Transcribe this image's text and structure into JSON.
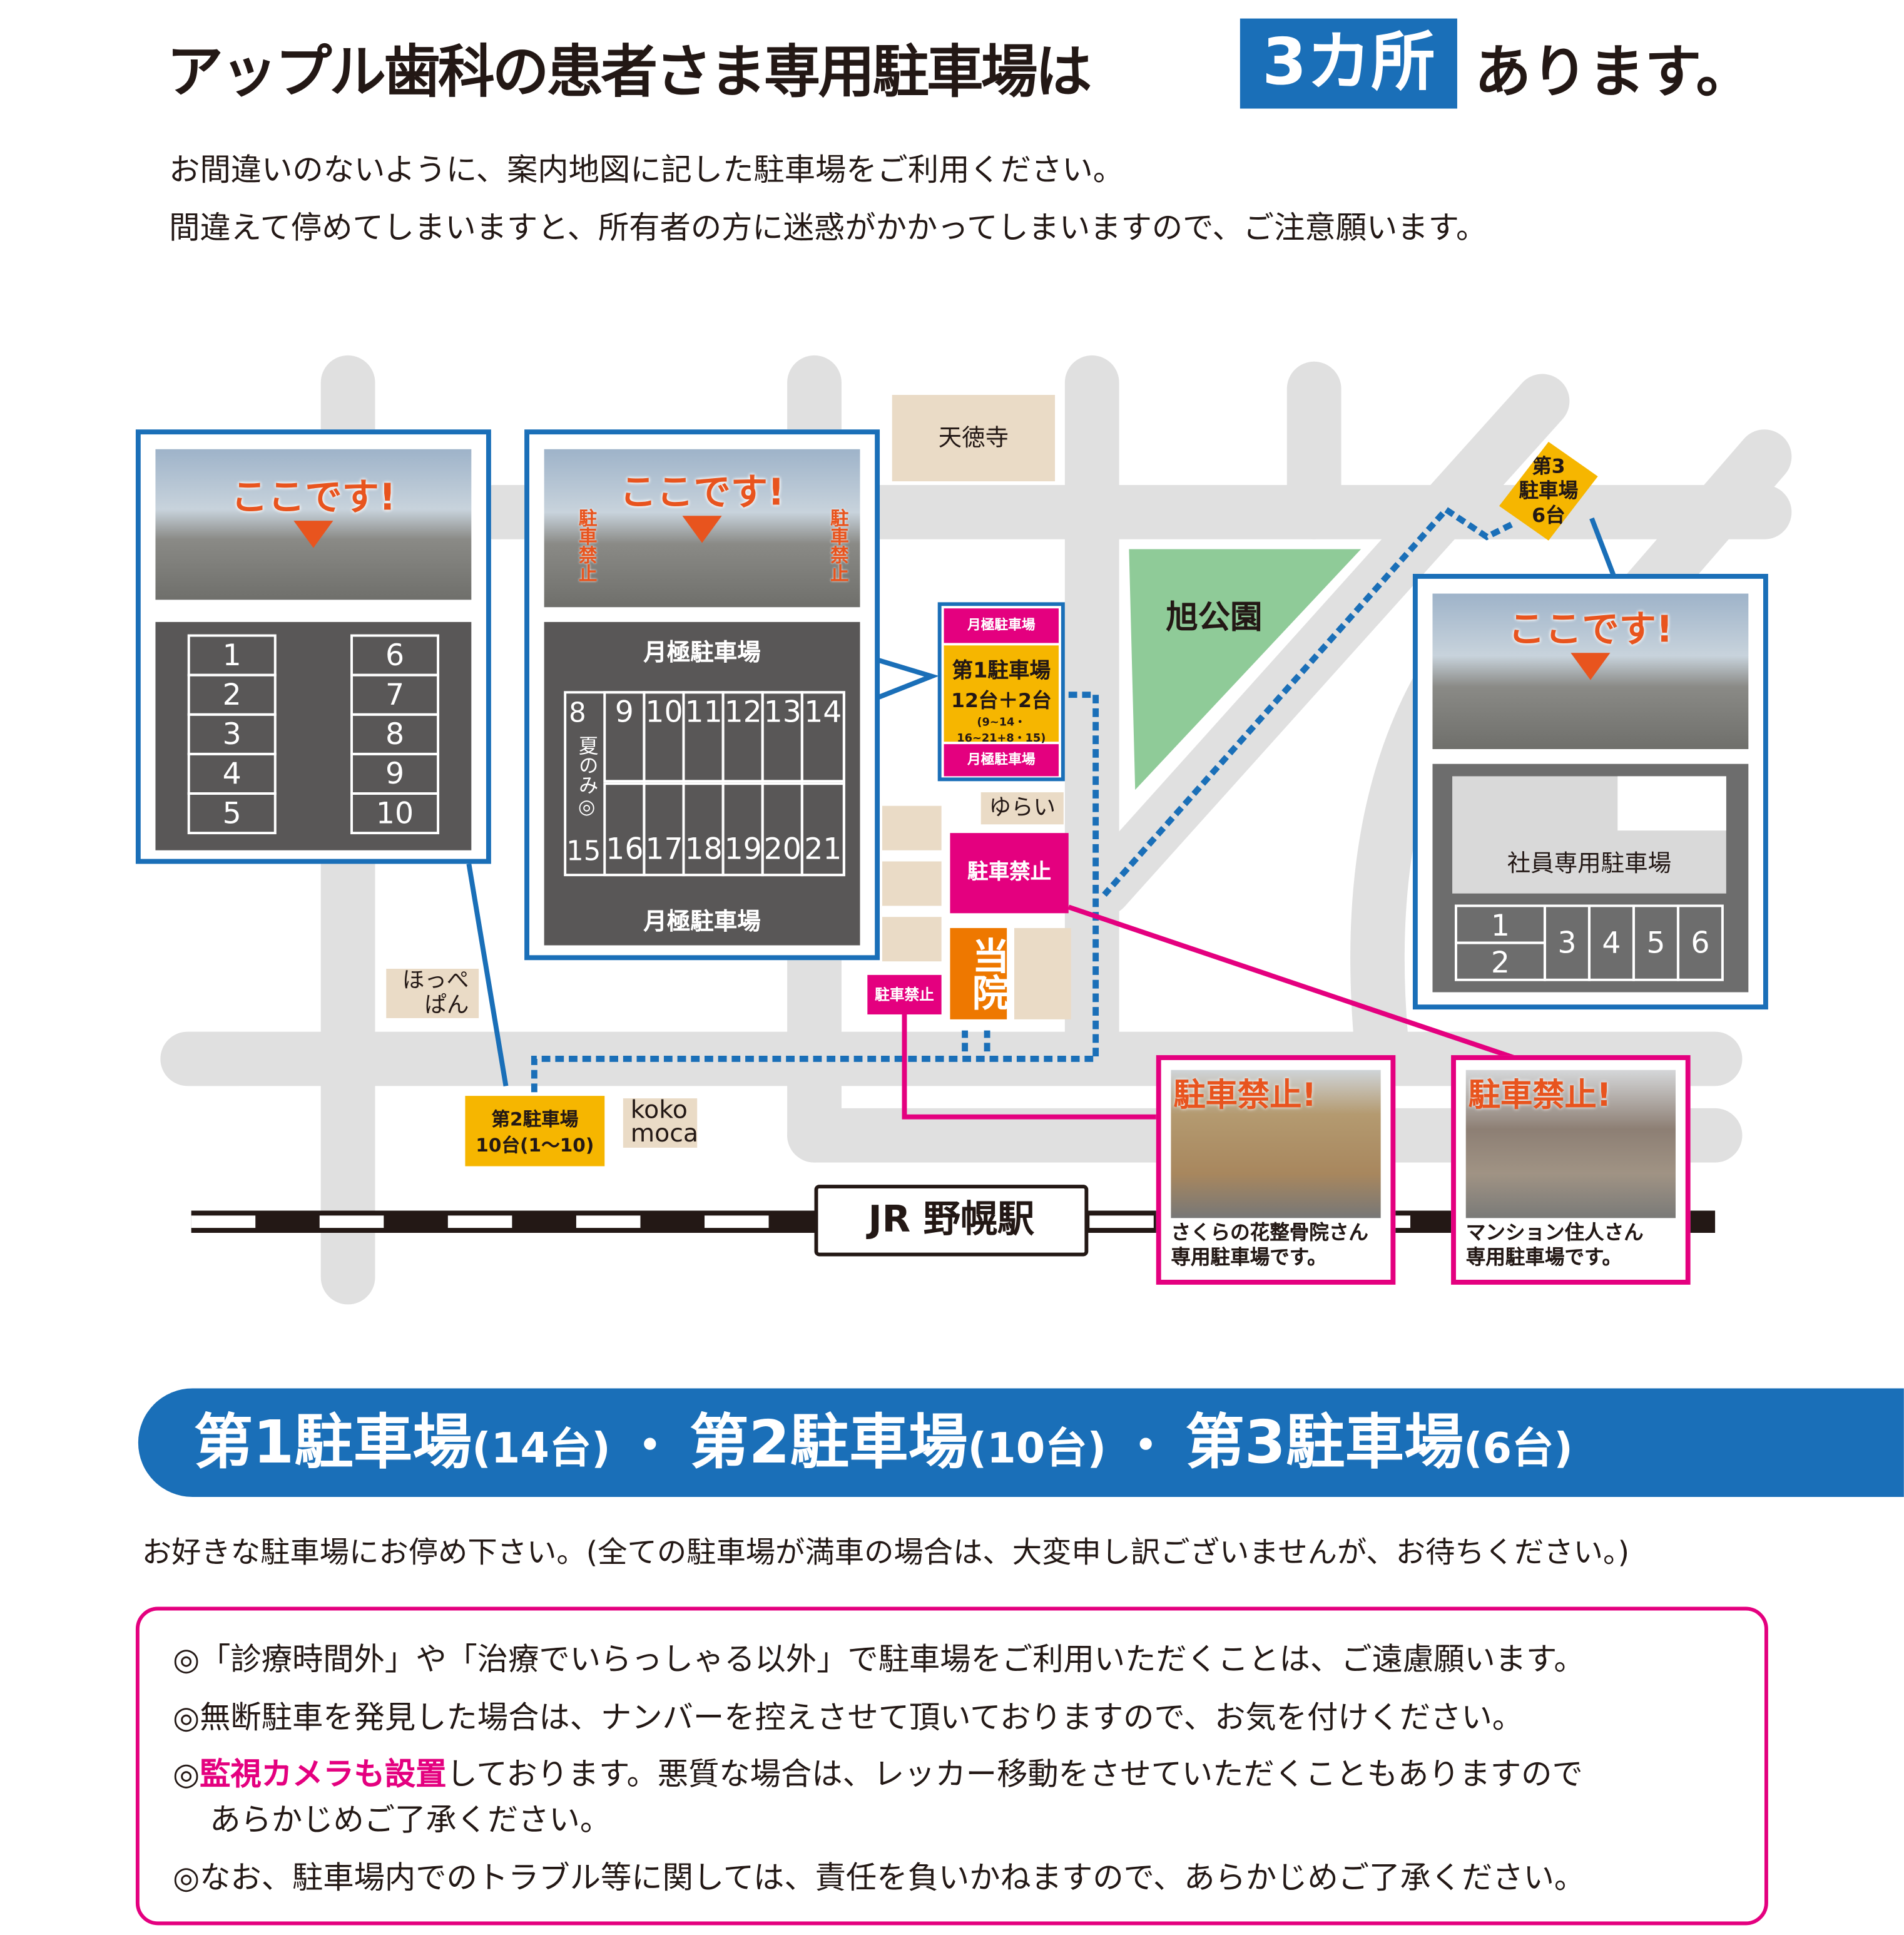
{
  "header": {
    "title": "アップル歯科の患者さま専用駐車場は",
    "badge": "3カ所",
    "title_end": "あります。",
    "sub1": "お間違いのないように、案内地図に記した駐車場をご利用ください。",
    "sub2": "間違えて停めてしまいますと、所有者の方に迷惑がかかってしまいますので、ご注意願います。"
  },
  "map": {
    "temple": "天徳寺",
    "park": "旭公園",
    "yurai": "ゆらい",
    "hoppepan": "ほっぺ ぱん",
    "kokomoca": "koko moca",
    "station": "JR 野幌駅",
    "clinic": "当院",
    "no_parking": "駐車禁止",
    "no_parking_small": "駐車禁止",
    "lot1_label": {
      "monthly_top": "月極駐車場",
      "name": "第1駐車場",
      "count": "12台＋2台",
      "nums": "(9~14・16~21+8・15)",
      "monthly_bottom": "月極駐車場"
    },
    "lot2_label": {
      "name": "第2駐車場",
      "count": "10台(1〜10)"
    },
    "lot3_label": {
      "line1": "第3",
      "line2": "駐車場",
      "line3": "6台"
    },
    "here": "ここです!",
    "left_callout": {
      "no_parking": "",
      "col1": [
        "1",
        "2",
        "3",
        "4",
        "5"
      ],
      "col2": [
        "6",
        "7",
        "8",
        "9",
        "10"
      ]
    },
    "mid_callout": {
      "no_left": "駐車禁止",
      "no_right": "駐車禁止",
      "monthly_top": "月極駐車場",
      "monthly_bottom": "月極駐車場",
      "row1": [
        "9",
        "10",
        "11",
        "12",
        "13",
        "14"
      ],
      "row2": [
        "16",
        "17",
        "18",
        "19",
        "20",
        "21"
      ],
      "top_left": "8",
      "bottom_left": "15",
      "summer": "夏のみ◎"
    },
    "right_callout": {
      "staff": "社員専用駐車場",
      "spots": [
        "1",
        "2",
        "3",
        "4",
        "5",
        "6"
      ]
    },
    "no_parking_1": {
      "title": "駐車禁止!",
      "caption1": "さくらの花整骨院さん",
      "caption2": "専用駐車場です。"
    },
    "no_parking_2": {
      "title": "駐車禁止!",
      "caption1": "マンション住人さん",
      "caption2": "専用駐車場です。"
    }
  },
  "banner": {
    "l1": "第1駐車場",
    "c1": "(14台)",
    "sep1": "・",
    "l2": "第2駐車場",
    "c2": "(10台)",
    "sep2": "・",
    "l3": "第3駐車場",
    "c3": "(6台)"
  },
  "info": "お好きな駐車場にお停め下さい。(全ての駐車場が満車の場合は、大変申し訳ございませんが、お待ちください。)",
  "notes": {
    "n1": "◎「診療時間外」や「治療でいらっしゃる以外」で駐車場をご利用いただくことは、ご遠慮願います。",
    "n2": "◎無断駐車を発見した場合は、ナンバーを控えさせて頂いておりますので、お気を付けください。",
    "n3_mark": "◎",
    "n3_em": "監視カメラも設置",
    "n3_rest": "しております。悪質な場合は、レッカー移動をさせていただくこともありますので",
    "n3_cont": "あらかじめご了承ください。",
    "n4": "◎なお、駐車場内でのトラブル等に関しては、責任を負いかねますので、あらかじめご了承ください。"
  },
  "colors": {
    "blue": "#1a6fb8",
    "magenta": "#e4007f",
    "yellow": "#f6b600",
    "orange": "#e8541e",
    "park": "#8fcb98"
  }
}
